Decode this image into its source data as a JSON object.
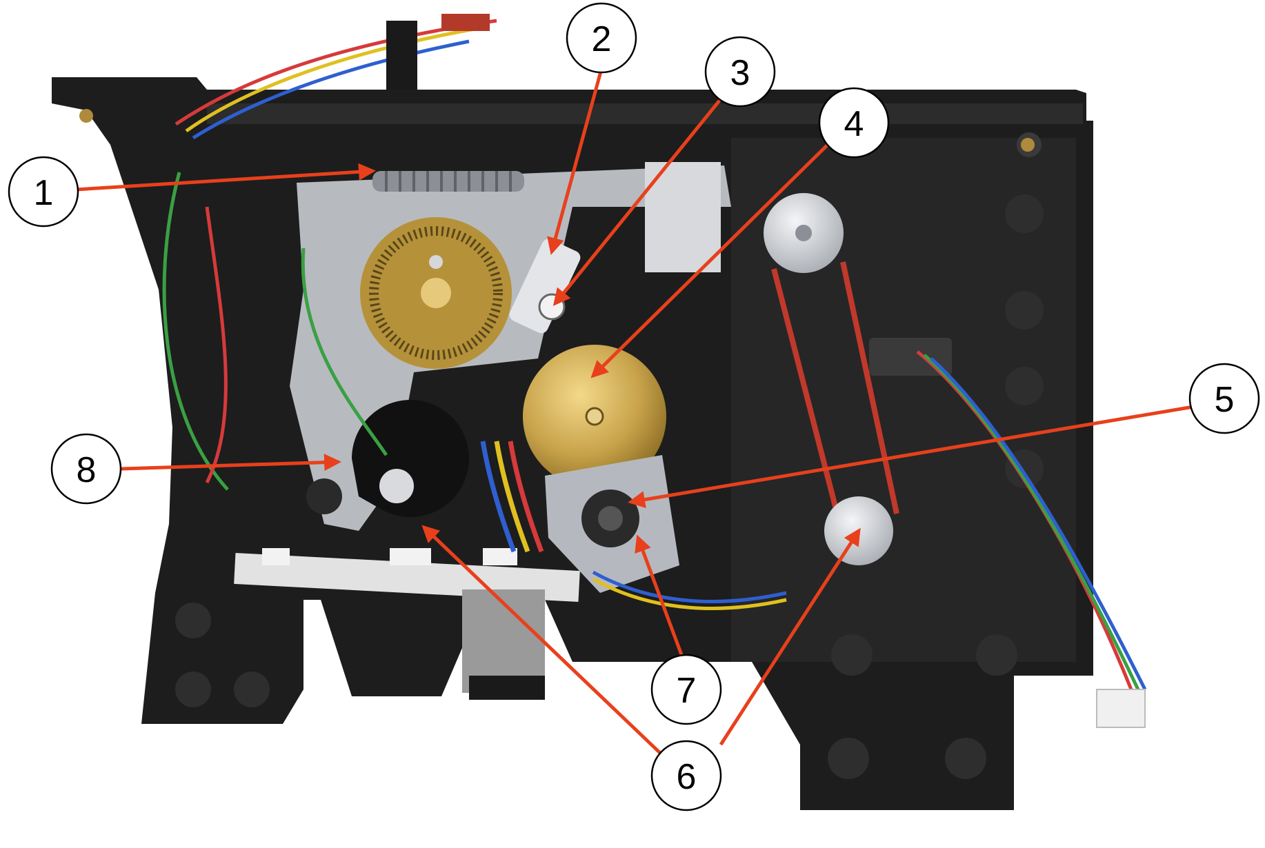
{
  "figure": {
    "description_type": "annotated photo of a mechanism assembly with numbered callouts",
    "colors": {
      "frame": "#1d1d1d",
      "frame_highlight": "#3a3a3a",
      "plate": "#c9cdd3",
      "brass": "#c7a24a",
      "encoder_disc": "#b5923a",
      "belt": "#c0392b",
      "pulley": "#d5d7da",
      "arrow": "#e8401c",
      "callout_fill": "#ffffff",
      "callout_stroke": "#000000",
      "wire_red": "#d63a3a",
      "wire_green": "#3aa043",
      "wire_blue": "#2f5fd0",
      "wire_yellow": "#e0c020",
      "ribbon": "#9a9a9a"
    }
  },
  "callouts": [
    {
      "id": "1",
      "label": "1"
    },
    {
      "id": "2",
      "label": "2"
    },
    {
      "id": "3",
      "label": "3"
    },
    {
      "id": "4",
      "label": "4"
    },
    {
      "id": "5",
      "label": "5"
    },
    {
      "id": "6",
      "label": "6"
    },
    {
      "id": "7",
      "label": "7"
    },
    {
      "id": "8",
      "label": "8"
    }
  ]
}
